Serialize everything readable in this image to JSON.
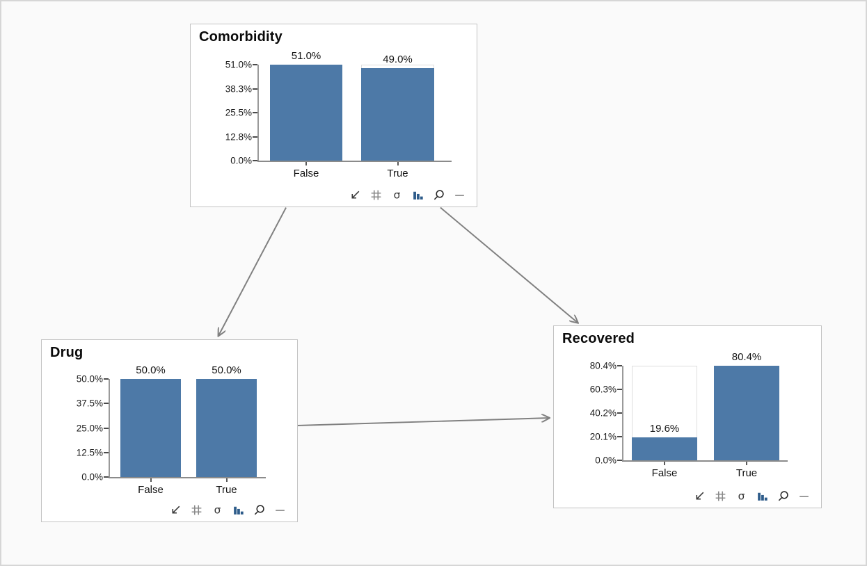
{
  "colors": {
    "bar_fill": "#4d79a7",
    "bar_outline_border": "#dedede",
    "bar_outline_fill": "#ffffff",
    "axis": "#8b8b8b",
    "arrow": "#808080",
    "node_border": "#c3c3c3",
    "toolbar_bar_icon": "#2e5c8a",
    "canvas_background": "#fafafa"
  },
  "nodes": [
    {
      "id": "comorbidity",
      "title": "Comorbidity"
    },
    {
      "id": "drug",
      "title": "Drug"
    },
    {
      "id": "recovered",
      "title": "Recovered"
    }
  ],
  "node_toolbar": {
    "icons": [
      "shrink-icon",
      "grid-icon",
      "sigma-icon",
      "bar-chart-icon",
      "zoom-icon",
      "minimize-icon"
    ]
  },
  "edges": [
    {
      "from": "Comorbidity",
      "to": "Drug"
    },
    {
      "from": "Comorbidity",
      "to": "Recovered"
    },
    {
      "from": "Drug",
      "to": "Recovered"
    }
  ],
  "chart_data": [
    {
      "type": "bar",
      "title": "Comorbidity",
      "categories": [
        "False",
        "True"
      ],
      "values": [
        51.0,
        49.0
      ],
      "value_labels": [
        "51.0%",
        "49.0%"
      ],
      "y_tick_labels": [
        "51.0%",
        "38.3%",
        "25.5%",
        "12.8%",
        "0.0%"
      ],
      "ylim": [
        0,
        51.0
      ],
      "xlabel": "",
      "ylabel": "",
      "grid": false,
      "legend": "none"
    },
    {
      "type": "bar",
      "title": "Drug",
      "categories": [
        "False",
        "True"
      ],
      "values": [
        50.0,
        50.0
      ],
      "value_labels": [
        "50.0%",
        "50.0%"
      ],
      "y_tick_labels": [
        "50.0%",
        "37.5%",
        "25.0%",
        "12.5%",
        "0.0%"
      ],
      "ylim": [
        0,
        50.0
      ],
      "xlabel": "",
      "ylabel": "",
      "grid": false,
      "legend": "none"
    },
    {
      "type": "bar",
      "title": "Recovered",
      "categories": [
        "False",
        "True"
      ],
      "values": [
        19.6,
        80.4
      ],
      "value_labels": [
        "19.6%",
        "80.4%"
      ],
      "y_tick_labels": [
        "80.4%",
        "60.3%",
        "40.2%",
        "20.1%",
        "0.0%"
      ],
      "ylim": [
        0,
        80.4
      ],
      "xlabel": "",
      "ylabel": "",
      "grid": false,
      "legend": "none"
    }
  ]
}
